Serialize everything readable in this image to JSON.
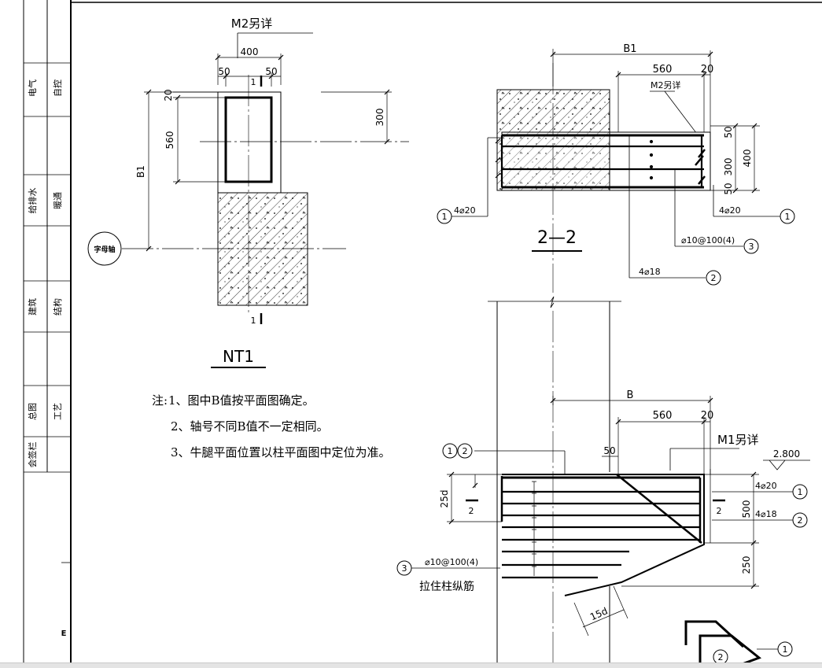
{
  "title_block": {
    "rows": [
      {
        "left": "电气",
        "right": "自控"
      },
      {
        "left": "给排水",
        "right": "暖通"
      },
      {
        "left": "建筑",
        "right": "结构"
      },
      {
        "left": "总图",
        "right": "工艺"
      }
    ],
    "countersign": "会签栏",
    "mark": "E"
  },
  "plan": {
    "label_m2": "M2另详",
    "dim_400": "400",
    "dim_50_left": "50",
    "dim_50_right": "50",
    "dim_20": "20",
    "dim_560": "560",
    "dim_b1": "B1",
    "dim_300": "300",
    "section_top": "1",
    "section_bottom": "1",
    "axis_bubble": "字母轴",
    "title": "NT1"
  },
  "notes": {
    "prefix": "注:",
    "items": [
      "1、图中B值按平面图确定。",
      "2、轴号不同B值不一定相同。",
      "3、牛腿平面位置以柱平面图中定位为准。"
    ]
  },
  "section22": {
    "dim_b1": "B1",
    "dim_560": "560",
    "dim_20": "20",
    "label_m2": "M2另详",
    "dim_50_top": "50",
    "dim_300": "300",
    "dim_50_bot": "50",
    "dim_400": "400",
    "rebar_left": "4⌀20",
    "rebar_right": "4⌀20",
    "stirrup": "⌀10@100(4)",
    "rebar_18": "4⌀18",
    "title": "2—2",
    "callout_1_left": "1",
    "callout_1_right": "1",
    "callout_3": "3",
    "callout_2": "2"
  },
  "elevation": {
    "dim_b": "B",
    "dim_560": "560",
    "dim_20": "20",
    "dim_50": "50",
    "label_m1": "M1另详",
    "elev": "2.800",
    "callout_1": "1",
    "callout_2": "2",
    "callout_1b": "1",
    "callout_2b": "2",
    "rebar_20": "4⌀20",
    "rebar_18": "4⌀18",
    "dim_500": "500",
    "dim_250": "250",
    "dim_25d": "25d",
    "dim_15d": "15d",
    "sec_left": "2",
    "sec_right": "2",
    "stirrup": "⌀10@100(4)",
    "callout_3": "3",
    "note_tie": "拉住柱纵筋",
    "callout_bottom_2": "2",
    "callout_bottom_1": "1"
  }
}
